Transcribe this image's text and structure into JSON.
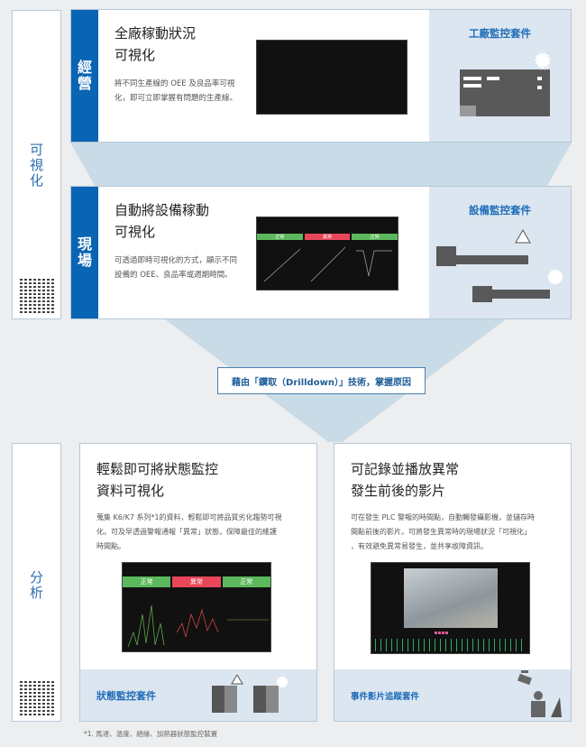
{
  "visualization": {
    "label": "可視化",
    "management": {
      "tag": "經營",
      "title_line1": "全廠稼動狀況",
      "title_line2": "可視化",
      "desc_line1": "將不同生產線的 OEE 及良品率可視",
      "desc_line2": "化，即可立即掌握有問題的生產線。",
      "kit": "工廠監控套件"
    },
    "field": {
      "tag": "現場",
      "title_line1": "自動將設備稼動",
      "title_line2": "可視化",
      "desc_line1": "可透過即時可視化的方式，顯示不同",
      "desc_line2": "設備的 OEE、良品率或週期時間。",
      "kit": "設備監控套件",
      "status": [
        "正常",
        "異常",
        "正常"
      ]
    }
  },
  "drilldown": "藉由「鑽取（Drilldown）」技術，掌握原因",
  "analysis": {
    "label": "分析",
    "state": {
      "title_line1": "輕鬆即可將狀態監控",
      "title_line2": "資料可視化",
      "desc_line1": "蒐集 K6/K7 系列*1的資料，輕鬆即可將品質劣化趨勢可視",
      "desc_line2": "化。可及早透過警報通報「異常」狀態，保障最佳的維護",
      "desc_line3": "時間點。",
      "kit": "狀態監控套件",
      "status": [
        "正常",
        "異常",
        "正常"
      ]
    },
    "event": {
      "title_line1": "可記錄並播放異常",
      "title_line2": "發生前後的影片",
      "desc_line1": "可在發生 PLC 警報的時間點，自動觸發攝影機，並儲存時",
      "desc_line2": "間點前後的影片。可將發生異常時的現場狀況「可視化」",
      "desc_line3": "，有效避免異常易發生，並共享故障資訊。",
      "kit": "事件影片追蹤套件"
    }
  },
  "footnote": "*1. 馬達、溫度、絕緣、加熱器狀態監控裝置",
  "colors": {
    "brand_blue": "#0a64b4",
    "normal": "#5cb85c",
    "abnormal": "#e8475a"
  }
}
